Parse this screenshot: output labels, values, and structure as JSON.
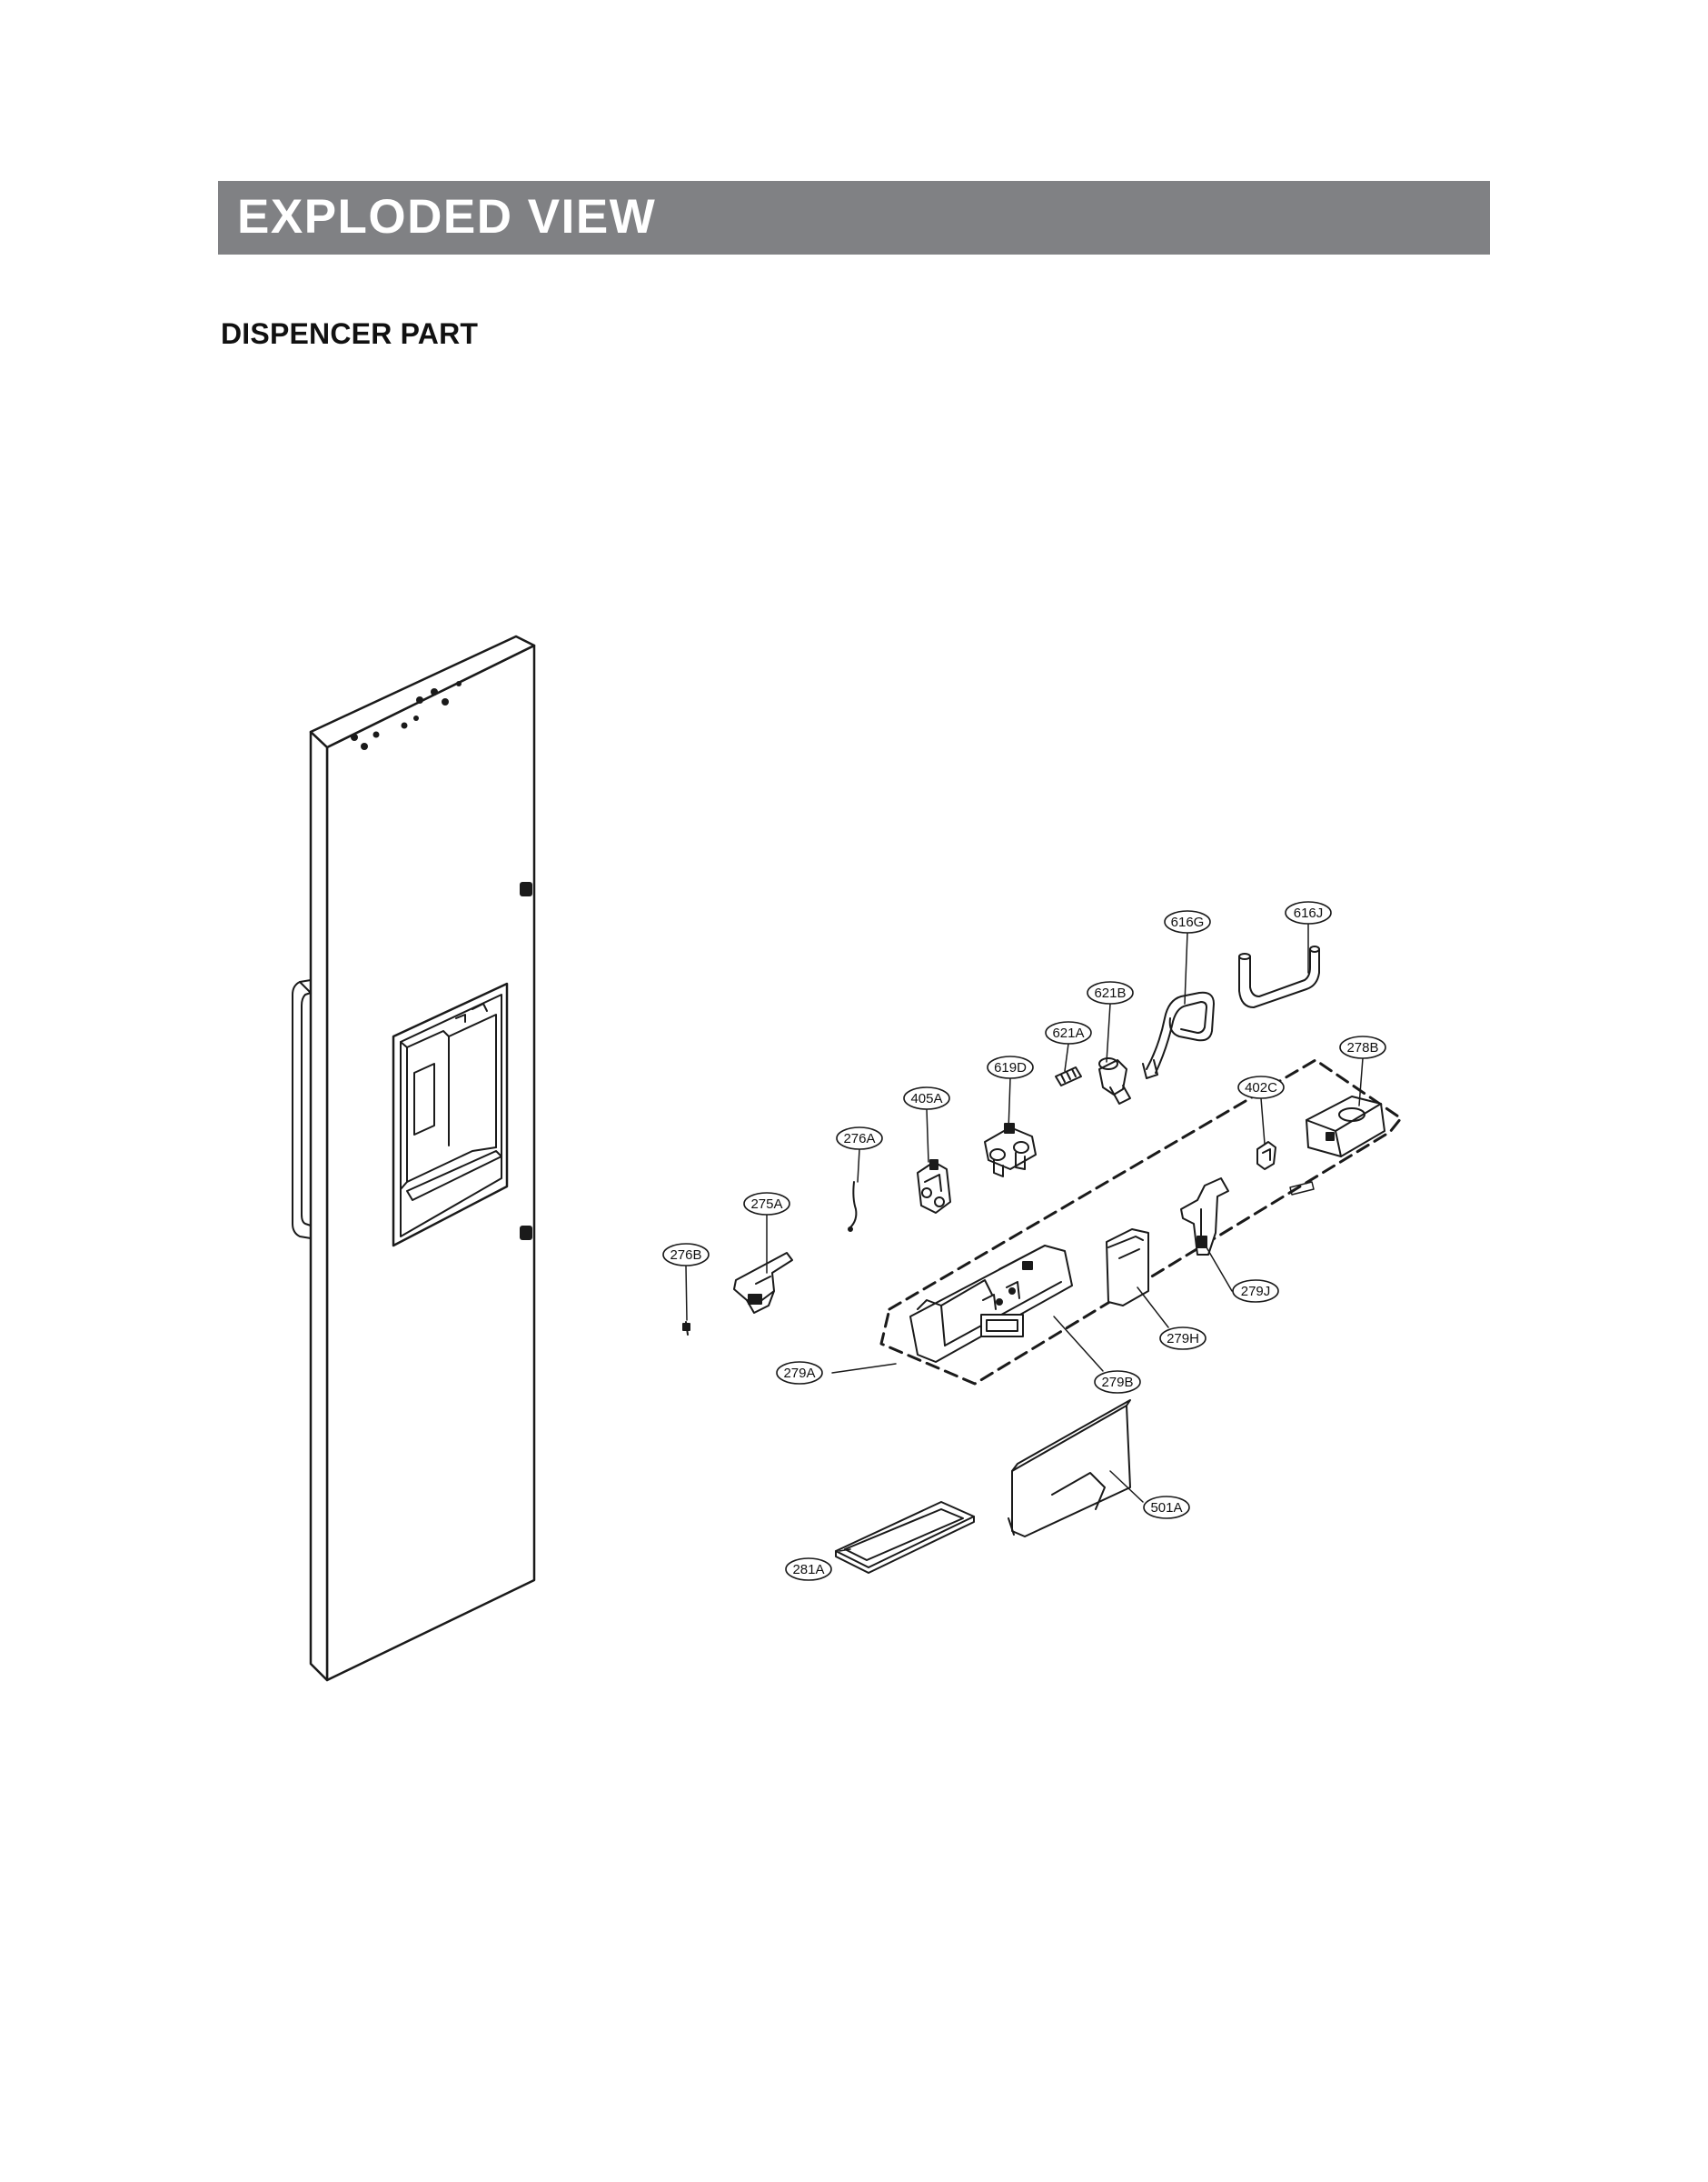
{
  "header": {
    "title": "EXPLODED VIEW"
  },
  "section": {
    "title": "DISPENCER PART"
  },
  "colors": {
    "banner": "#808184",
    "line": "#1a1a1a"
  },
  "callouts": [
    "616G",
    "616J",
    "621B",
    "621A",
    "619D",
    "405A",
    "276A",
    "275A",
    "276B",
    "279A",
    "279B",
    "279H",
    "279J",
    "278B",
    "402C",
    "501A",
    "281A"
  ]
}
